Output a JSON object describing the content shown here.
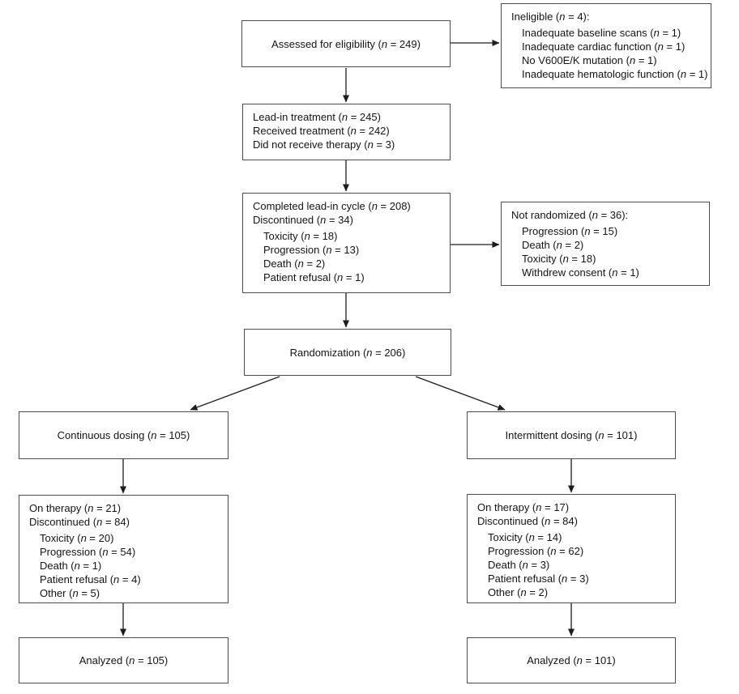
{
  "figure": {
    "type": "consort-flow-diagram",
    "colors": {
      "box_border": "#4d4d4d",
      "arrow": "#1c1c1c",
      "text": "#141414",
      "background": "#ffffff"
    },
    "boxes": {
      "assessed": {
        "align": "center",
        "lines": [
          {
            "text": "Assessed for eligibility (n = 249)",
            "indent": false
          }
        ]
      },
      "ineligible": {
        "align": "left",
        "lines": [
          {
            "text": "Ineligible (n = 4):",
            "indent": false
          },
          {
            "text": "Inadequate baseline scans (n = 1)",
            "indent": true
          },
          {
            "text": "Inadequate cardiac function (n = 1)",
            "indent": true
          },
          {
            "text": "No V600E/K mutation (n = 1)",
            "indent": true
          },
          {
            "text": "Inadequate hematologic function (n = 1)",
            "indent": true
          }
        ]
      },
      "lead_in": {
        "align": "left",
        "lines": [
          {
            "text": "Lead-in treatment (n = 245)",
            "indent": false
          },
          {
            "text": "Received treatment (n = 242)",
            "indent": false
          },
          {
            "text": "Did not receive therapy (n = 3)",
            "indent": false
          }
        ]
      },
      "completed": {
        "align": "left",
        "lines": [
          {
            "text": "Completed lead-in cycle (n = 208)",
            "indent": false
          },
          {
            "text": "Discontinued (n = 34)",
            "indent": false
          },
          {
            "text": "Toxicity (n = 18)",
            "indent": true
          },
          {
            "text": "Progression (n = 13)",
            "indent": true
          },
          {
            "text": "Death (n = 2)",
            "indent": true
          },
          {
            "text": "Patient refusal (n = 1)",
            "indent": true
          }
        ]
      },
      "not_randomized": {
        "align": "left",
        "lines": [
          {
            "text": "Not randomized (n = 36):",
            "indent": false
          },
          {
            "text": "Progression (n = 15)",
            "indent": true
          },
          {
            "text": "Death (n = 2)",
            "indent": true
          },
          {
            "text": "Toxicity (n = 18)",
            "indent": true
          },
          {
            "text": "Withdrew consent (n = 1)",
            "indent": true
          }
        ]
      },
      "randomization": {
        "align": "center",
        "lines": [
          {
            "text": "Randomization (n = 206)",
            "indent": false
          }
        ]
      },
      "continuous": {
        "align": "center",
        "lines": [
          {
            "text": "Continuous dosing (n = 105)",
            "indent": false
          }
        ]
      },
      "intermittent": {
        "align": "center",
        "lines": [
          {
            "text": "Intermittent dosing (n = 101)",
            "indent": false
          }
        ]
      },
      "on_therapy_continuous": {
        "align": "left",
        "lines": [
          {
            "text": "On therapy (n = 21)",
            "indent": false
          },
          {
            "text": "Discontinued (n = 84)",
            "indent": false
          },
          {
            "text": "Toxicity (n = 20)",
            "indent": true
          },
          {
            "text": "Progression (n = 54)",
            "indent": true
          },
          {
            "text": "Death (n = 1)",
            "indent": true
          },
          {
            "text": "Patient refusal (n = 4)",
            "indent": true
          },
          {
            "text": "Other (n = 5)",
            "indent": true
          }
        ]
      },
      "on_therapy_intermittent": {
        "align": "left",
        "lines": [
          {
            "text": "On therapy (n = 17)",
            "indent": false
          },
          {
            "text": "Discontinued (n = 84)",
            "indent": false
          },
          {
            "text": "Toxicity (n = 14)",
            "indent": true
          },
          {
            "text": "Progression (n = 62)",
            "indent": true
          },
          {
            "text": "Death (n = 3)",
            "indent": true
          },
          {
            "text": "Patient refusal (n = 3)",
            "indent": true
          },
          {
            "text": "Other (n = 2)",
            "indent": true
          }
        ]
      },
      "analyzed_continuous": {
        "align": "center",
        "lines": [
          {
            "text": "Analyzed (n = 105)",
            "indent": false
          }
        ]
      },
      "analyzed_intermittent": {
        "align": "center",
        "lines": [
          {
            "text": "Analyzed (n = 101)",
            "indent": false
          }
        ]
      }
    }
  }
}
